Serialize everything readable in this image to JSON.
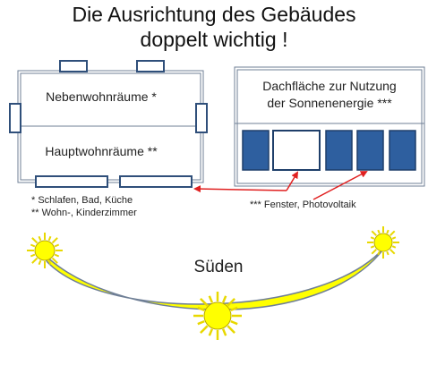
{
  "title": {
    "line1": "Die Ausrichtung des Gebäudes",
    "line2": "doppelt wichtig !"
  },
  "house": {
    "upper_room": "Nebenwohnräume *",
    "lower_room": "Hauptwohnräume **",
    "footnote1": "* Schlafen, Bad, Küche",
    "footnote2": "** Wohn-, Kinderzimmer"
  },
  "roof": {
    "line1": "Dachfläche zur Nutzung",
    "line2": "der Sonnenenergie ***",
    "footnote": "*** Fenster, Photovoltaik"
  },
  "sun_path": {
    "label": "Süden"
  },
  "colors": {
    "outline": "#2f4f7a",
    "panel_fill": "#2e5f9f",
    "sun_fill": "#ffff00",
    "arrow": "#e02020"
  }
}
